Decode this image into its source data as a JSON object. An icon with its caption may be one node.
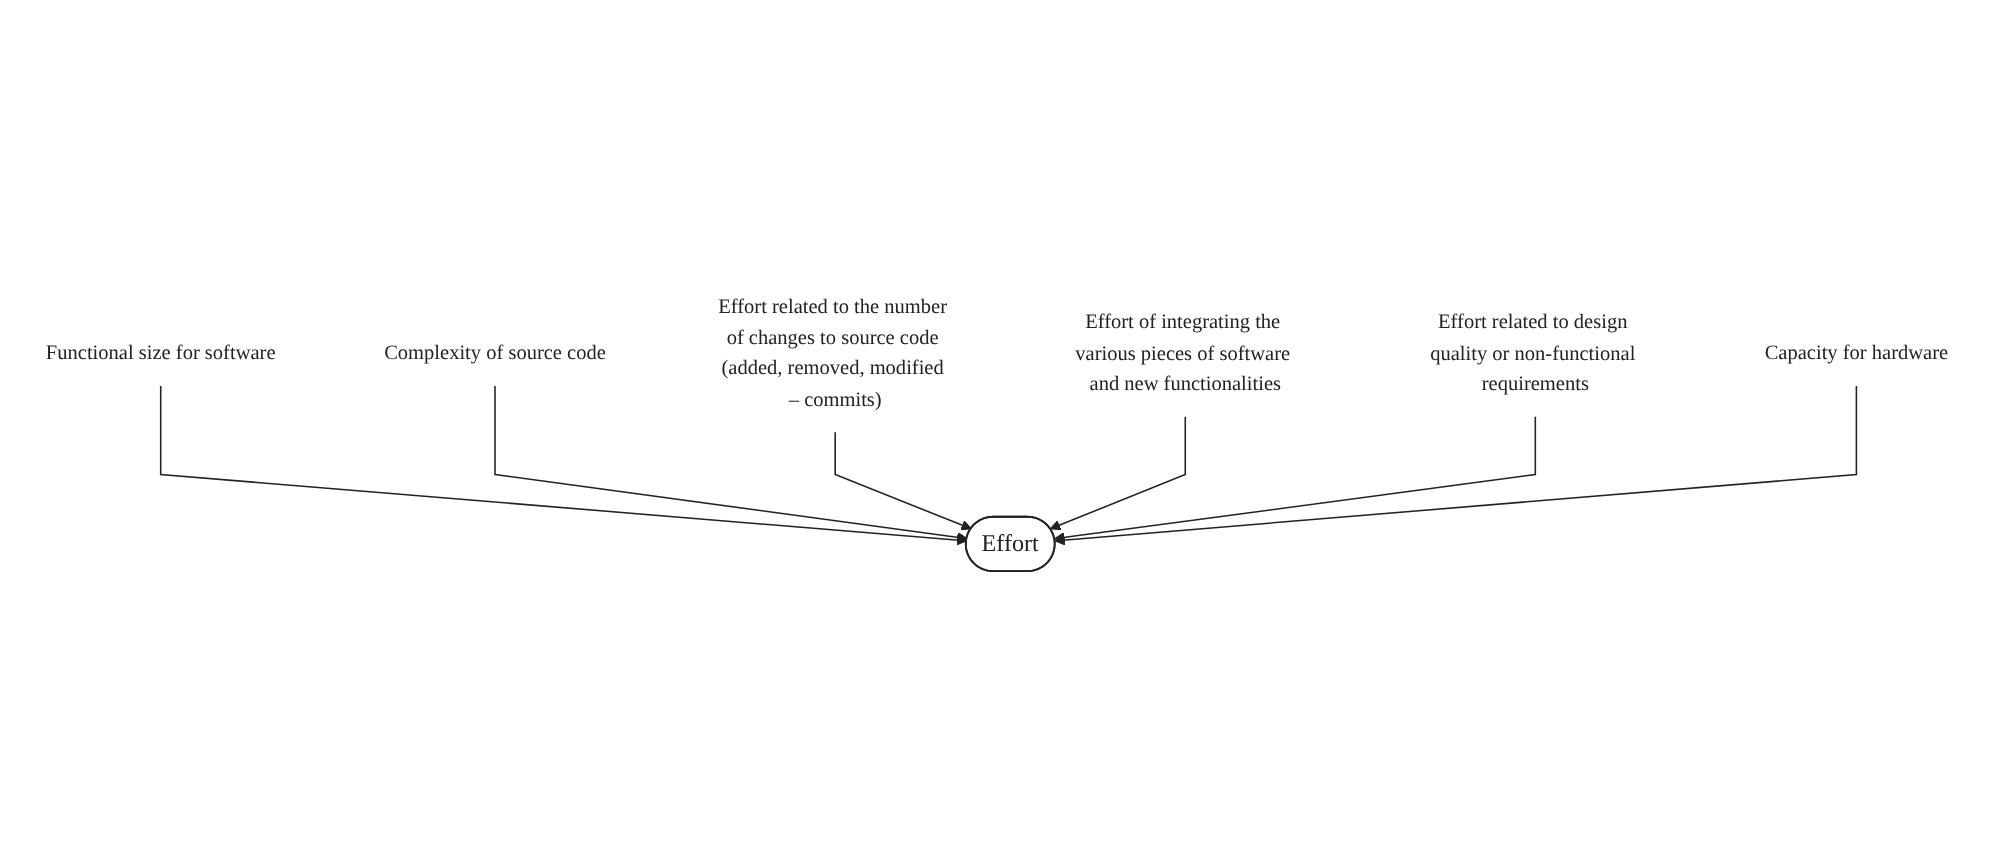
{
  "diagram": {
    "nodes": [
      {
        "text": [
          "Complexity of source code"
        ]
      },
      {
        "text": [
          "Functional size for software"
        ]
      },
      {
        "text": [
          "Effort related to the number of changes to source code (added, removed, modified – commits)"
        ]
      },
      {
        "text": [
          "Effort"
        ]
      },
      {
        "text": [
          "Effort of integrating the various pieces of software and new functionalities"
        ]
      },
      {
        "text": [
          "Effort related to design quality or non-functional requirements"
        ]
      },
      {
        "text": [
          "Capacity for hardware"
        ]
      }
    ],
    "edges": [
      {
        "from": 1,
        "to": 3,
        "arrow": "to"
      },
      {
        "from": 0,
        "to": 3,
        "arrow": "to"
      },
      {
        "from": 2,
        "to": 3,
        "arrow": "to"
      },
      {
        "from": 4,
        "to": 3,
        "arrow": "to"
      },
      {
        "from": 5,
        "to": 3,
        "arrow": "to"
      },
      {
        "from": 6,
        "to": 3,
        "arrow": "to"
      }
    ]
  }
}
